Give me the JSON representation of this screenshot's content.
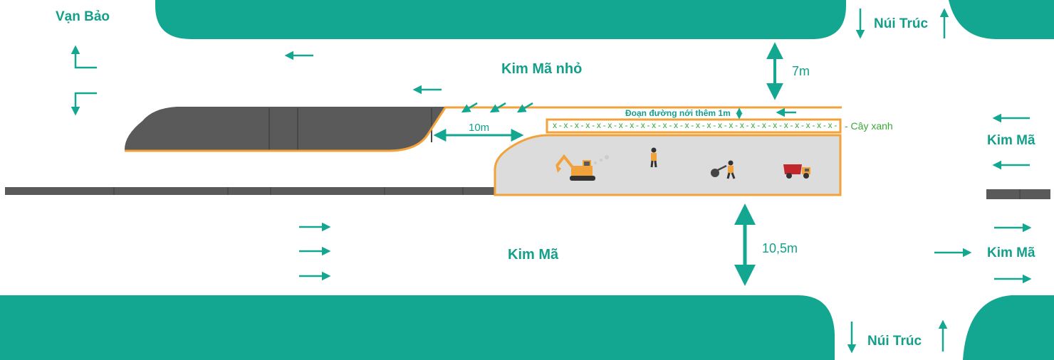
{
  "colors": {
    "teal": "#13a690",
    "asphalt": "#5a5a5a",
    "orange": "#f2a23a",
    "site": "#dcdcdc",
    "tree": "#39a935"
  },
  "labels": {
    "van_bao": "Vạn Bảo",
    "nui_truc_top": "Núi Trúc",
    "nui_truc_bottom": "Núi Trúc",
    "kim_ma_nho": "Kim Mã nhỏ",
    "kim_ma_center": "Kim Mã",
    "kim_ma_right_top": "Kim Mã",
    "kim_ma_right_bottom": "Kim Mã",
    "width_7m": "7m",
    "width_10m": "10m",
    "width_10_5m": "10,5m",
    "extension_note": "Đoạn đường nới thêm 1m",
    "tree_label": "Cây xanh",
    "tree_marks": "x - x - x - x - x - x - x - x - x - x - x - x - x - x - x - x - x - x - x - x - x - x - x - x - x - x - x"
  },
  "icons": [
    "excavator-icon",
    "worker-icon",
    "worker-roller-icon",
    "dump-truck-icon"
  ]
}
